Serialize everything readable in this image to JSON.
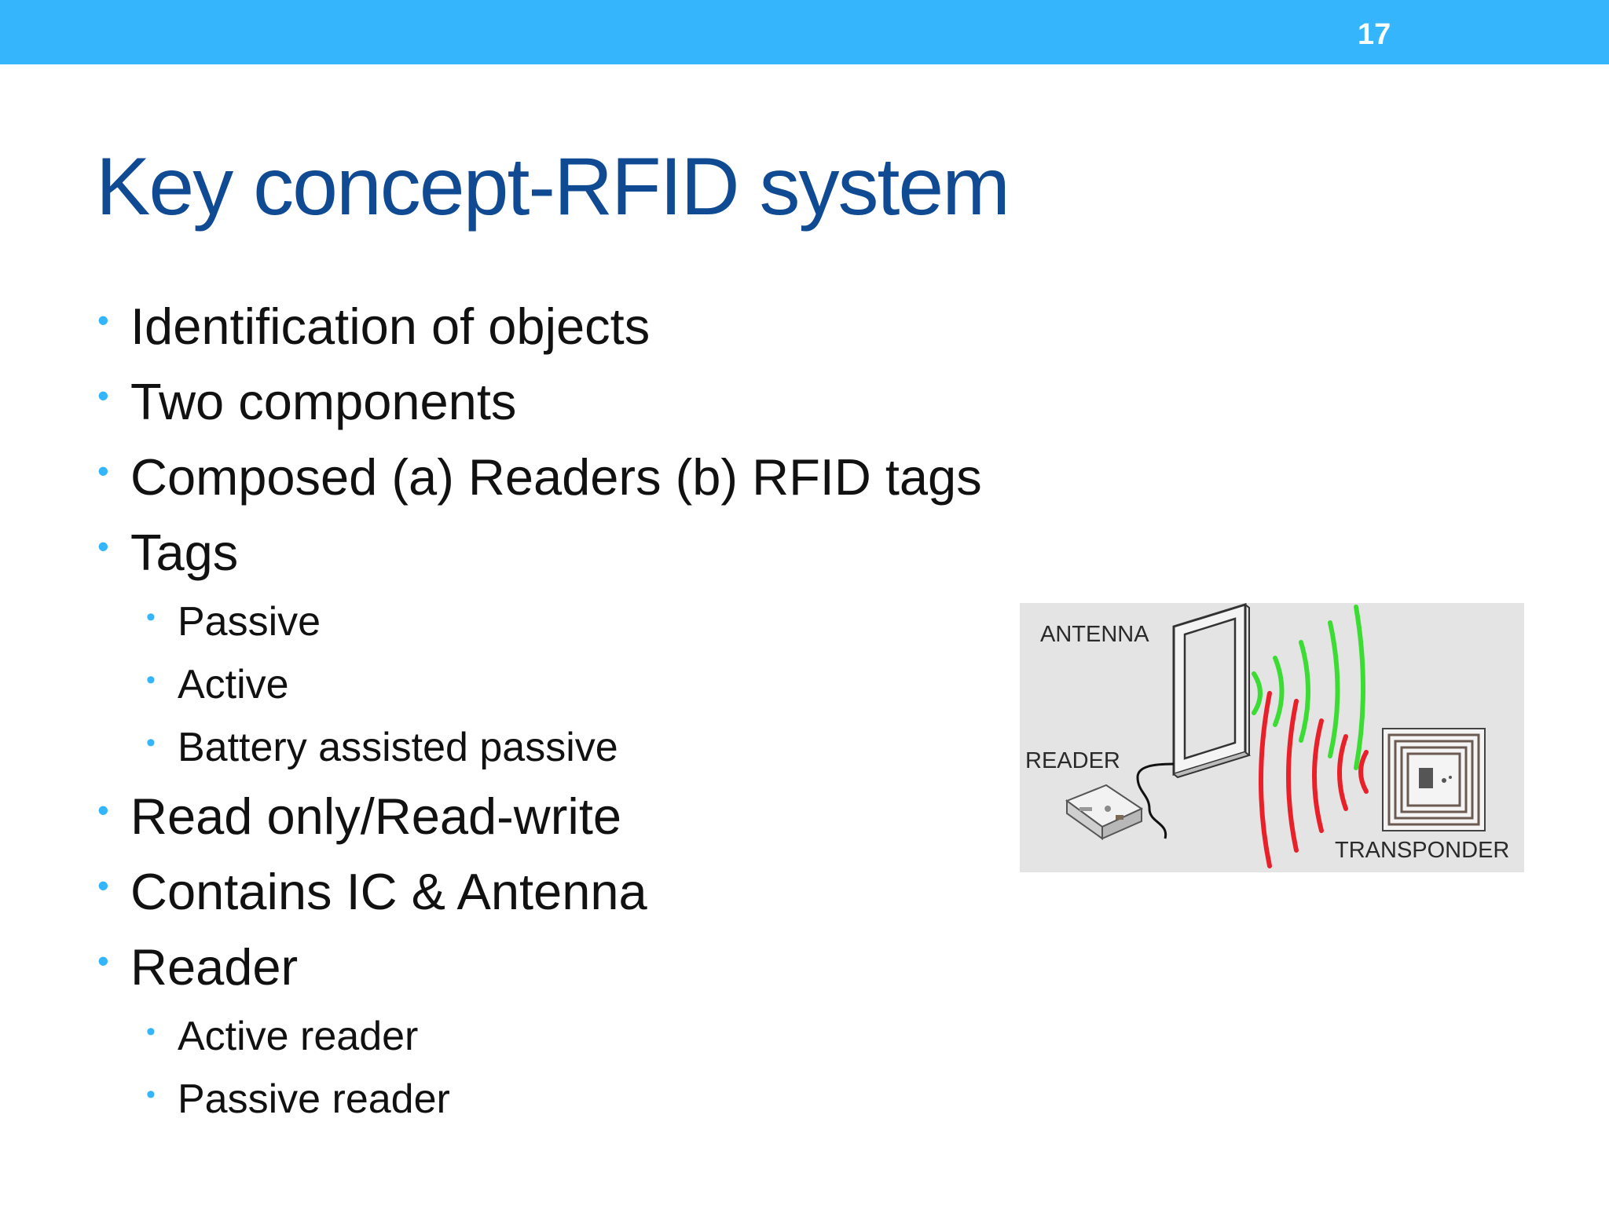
{
  "slide_number": "17",
  "title": "Key concept-RFID system",
  "bullets": [
    {
      "level": 1,
      "text": "Identification of objects"
    },
    {
      "level": 1,
      "text": "Two components"
    },
    {
      "level": 1,
      "text": "Composed (a) Readers (b) RFID tags"
    },
    {
      "level": 1,
      "text": "Tags"
    },
    {
      "level": 2,
      "text": "Passive"
    },
    {
      "level": 2,
      "text": "Active"
    },
    {
      "level": 2,
      "text": "Battery assisted passive"
    },
    {
      "level": 1,
      "text": "Read only/Read-write"
    },
    {
      "level": 1,
      "text": "Contains IC & Antenna"
    },
    {
      "level": 1,
      "text": "Reader"
    },
    {
      "level": 2,
      "text": "Active reader"
    },
    {
      "level": 2,
      "text": "Passive reader"
    }
  ],
  "diagram": {
    "labels": {
      "antenna": "ANTENNA",
      "reader": "READER",
      "transponder": "TRANSPONDER"
    },
    "colors": {
      "header_bar": "#35b5fc",
      "title": "#0f4a93",
      "bullet": "#35b5fc",
      "wave_green": "#3ddc35",
      "wave_red": "#e8202a",
      "diagram_bg": "#e4e4e4"
    }
  }
}
